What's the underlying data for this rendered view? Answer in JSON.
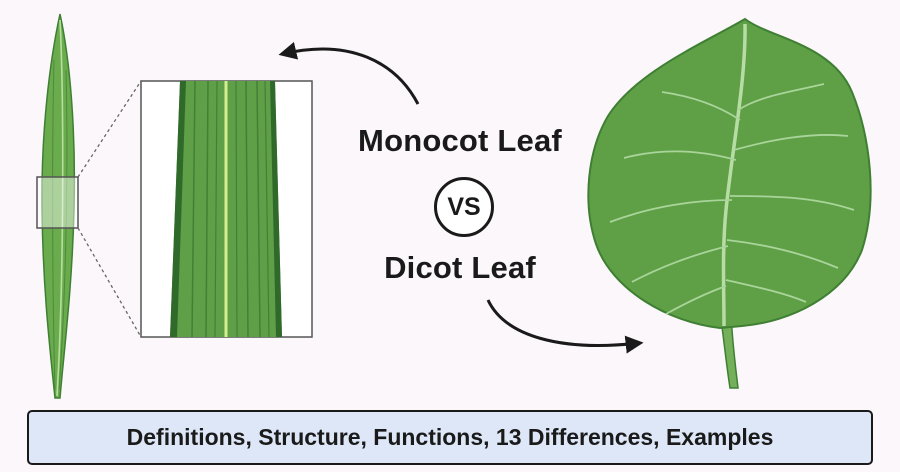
{
  "labels": {
    "monocot": "Monocot Leaf",
    "versus": "VS",
    "dicot": "Dicot Leaf"
  },
  "banner": {
    "text": "Definitions, Structure, Functions, 13 Differences, Examples"
  },
  "colors": {
    "background": "#fcf7fa",
    "leaf_green": "#5fa046",
    "leaf_dark": "#2f6a2b",
    "vein_light": "#a9d49a",
    "banner_fill": "#dde7f7",
    "ink": "#1a1a1a"
  },
  "icons": {
    "monocot_leaf": "grass-blade-icon",
    "zoom_detail": "magnified-parallel-veins",
    "dicot_leaf": "broad-leaf-icon",
    "arrows": "curved-arrow-icon"
  }
}
